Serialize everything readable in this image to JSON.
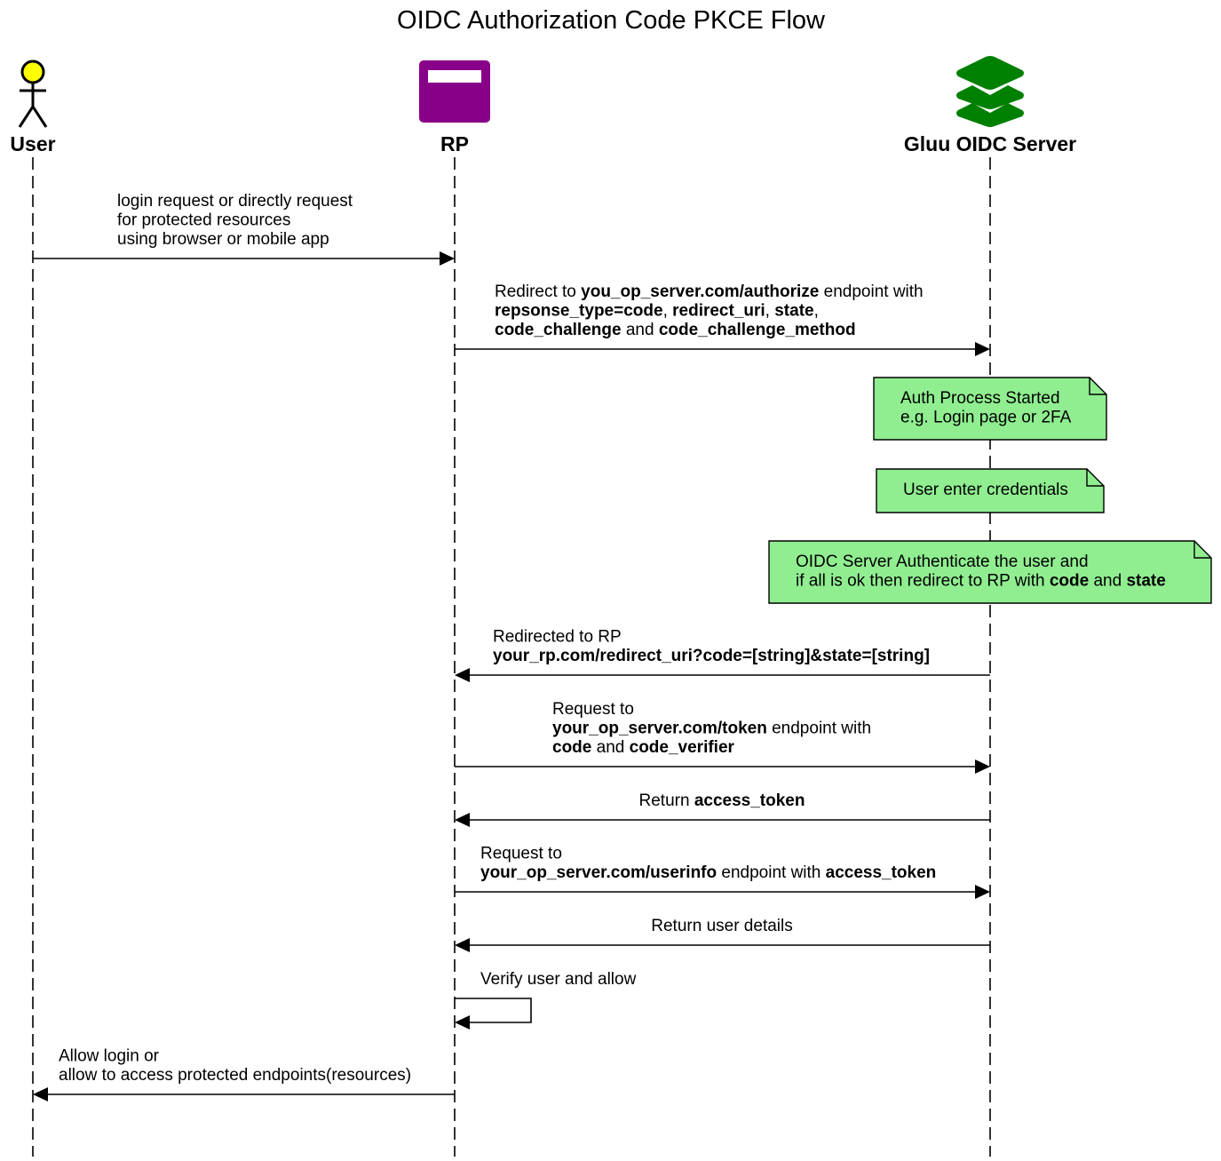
{
  "title": "OIDC Authorization Code PKCE Flow",
  "colors": {
    "user_head": "#ffff00",
    "rp_icon": "#880088",
    "server_icon": "#008000",
    "note_fill": "#90ee90"
  },
  "actors": {
    "user": {
      "label": "User",
      "icon": "stick-figure-icon"
    },
    "rp": {
      "label": "RP",
      "icon": "browser-window-icon"
    },
    "server": {
      "label": "Gluu OIDC Server",
      "icon": "stacked-layers-icon"
    }
  },
  "messages": [
    {
      "from": "user",
      "to": "rp",
      "lines": [
        [
          {
            "t": "login request or directly request"
          }
        ],
        [
          {
            "t": "for protected resources"
          }
        ],
        [
          {
            "t": "using browser or mobile app"
          }
        ]
      ]
    },
    {
      "from": "rp",
      "to": "server",
      "lines": [
        [
          {
            "t": "Redirect to "
          },
          {
            "t": "you_op_server.com/authorize",
            "b": true
          },
          {
            "t": " endpoint with"
          }
        ],
        [
          {
            "t": "repsonse_type=code",
            "b": true
          },
          {
            "t": ", "
          },
          {
            "t": "redirect_uri",
            "b": true
          },
          {
            "t": ", "
          },
          {
            "t": "state",
            "b": true
          },
          {
            "t": ","
          }
        ],
        [
          {
            "t": "code_challenge",
            "b": true
          },
          {
            "t": " and "
          },
          {
            "t": "code_challenge_method",
            "b": true
          }
        ]
      ]
    },
    {
      "from": "server",
      "to": "rp",
      "lines": [
        [
          {
            "t": "Redirected to RP"
          }
        ],
        [
          {
            "t": "your_rp.com/redirect_uri?code=[string]&state=[string]",
            "b": true
          }
        ]
      ]
    },
    {
      "from": "rp",
      "to": "server",
      "lines": [
        [
          {
            "t": "Request to"
          }
        ],
        [
          {
            "t": "your_op_server.com/token",
            "b": true
          },
          {
            "t": " endpoint with"
          }
        ],
        [
          {
            "t": "code",
            "b": true
          },
          {
            "t": " and "
          },
          {
            "t": "code_verifier",
            "b": true
          }
        ]
      ]
    },
    {
      "from": "server",
      "to": "rp",
      "lines": [
        [
          {
            "t": "Return "
          },
          {
            "t": "access_token",
            "b": true
          }
        ]
      ]
    },
    {
      "from": "rp",
      "to": "server",
      "lines": [
        [
          {
            "t": "Request to"
          }
        ],
        [
          {
            "t": "your_op_server.com/userinfo",
            "b": true
          },
          {
            "t": " endpoint with "
          },
          {
            "t": "access_token",
            "b": true
          }
        ]
      ]
    },
    {
      "from": "server",
      "to": "rp",
      "lines": [
        [
          {
            "t": "Return user details"
          }
        ]
      ]
    },
    {
      "from": "rp",
      "to": "rp",
      "lines": [
        [
          {
            "t": "Verify user and allow"
          }
        ]
      ]
    },
    {
      "from": "rp",
      "to": "user",
      "lines": [
        [
          {
            "t": "Allow login or"
          }
        ],
        [
          {
            "t": "allow to access protected endpoints(resources)"
          }
        ]
      ]
    }
  ],
  "notes": [
    {
      "over": "server",
      "lines": [
        [
          {
            "t": "Auth Process Started"
          }
        ],
        [
          {
            "t": "e.g. Login page or 2FA"
          }
        ]
      ]
    },
    {
      "over": "server",
      "lines": [
        [
          {
            "t": "User enter credentials"
          }
        ]
      ]
    },
    {
      "over": "server",
      "lines": [
        [
          {
            "t": "OIDC Server Authenticate the user and"
          }
        ],
        [
          {
            "t": "if all is ok then redirect to RP with "
          },
          {
            "t": "code",
            "b": true
          },
          {
            "t": " and "
          },
          {
            "t": "state",
            "b": true
          }
        ]
      ]
    }
  ]
}
